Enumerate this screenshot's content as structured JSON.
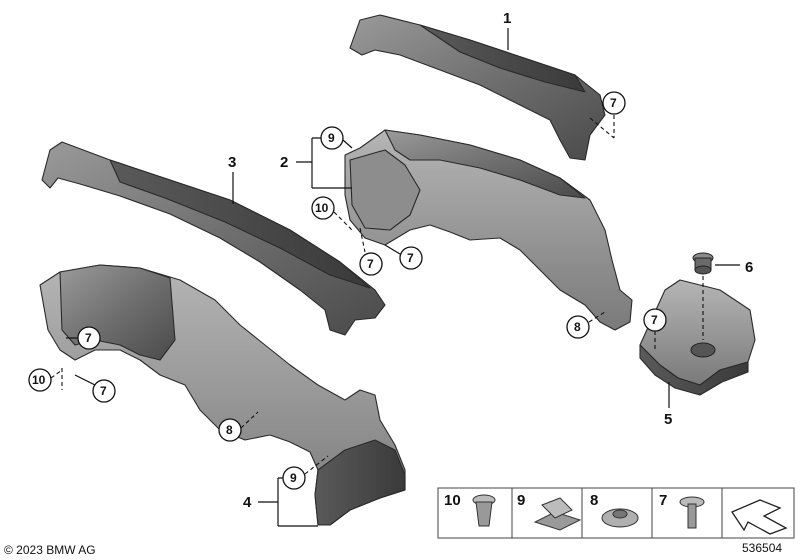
{
  "labels": {
    "p1": "1",
    "p2": "2",
    "p3": "3",
    "p4": "4",
    "p5": "5",
    "p6": "6"
  },
  "callouts": {
    "c7": "7",
    "c8": "8",
    "c9": "9",
    "c10": "10"
  },
  "legend": {
    "items": [
      "10",
      "9",
      "8",
      "7"
    ]
  },
  "footer": {
    "copyright": "© 2023 BMW AG",
    "diagram_number": "536504"
  }
}
